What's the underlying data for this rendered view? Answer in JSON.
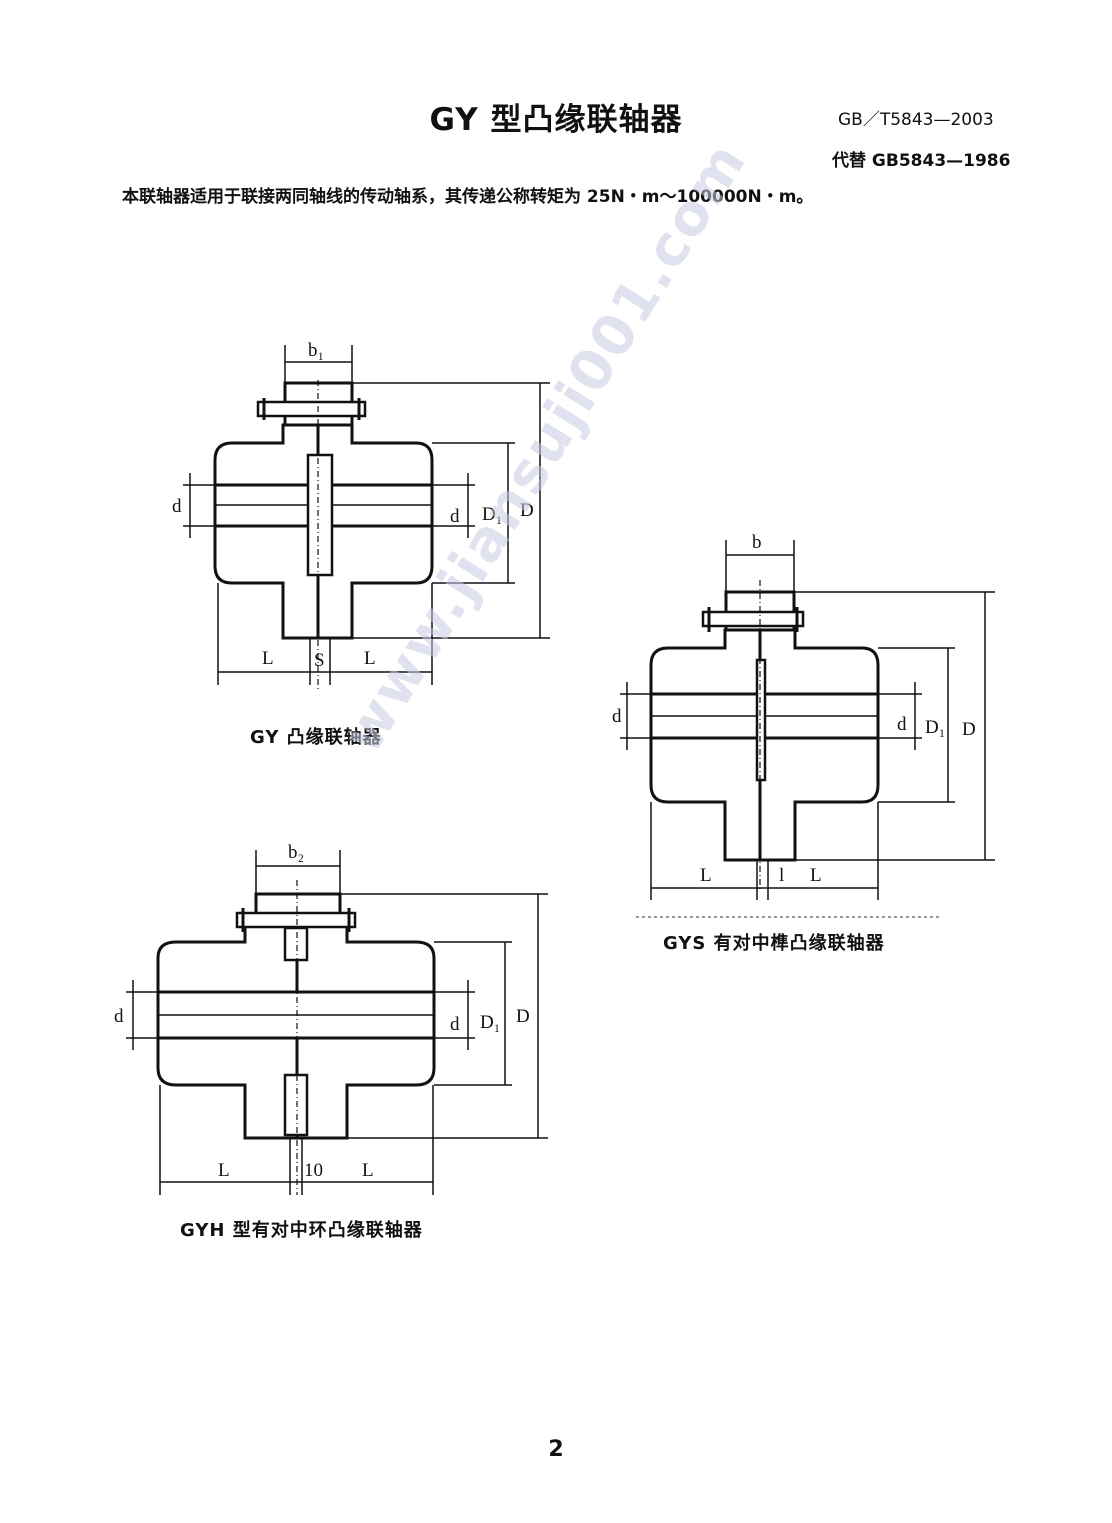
{
  "header": {
    "title": "GY 型凸缘联轴器",
    "standard": "GB／T5843—2003",
    "replaces": "代替 GB5843—1986",
    "intro": "本联轴器适用于联接两同轴线的传动轴系，其传递公称转矩为 25N・m～100000N・m。"
  },
  "figures": {
    "gy": {
      "caption": "GY 凸缘联轴器",
      "labels": {
        "b": "b₁",
        "d_left": "d",
        "d_right": "d",
        "D1": "D₁",
        "D": "D",
        "L_left": "L",
        "S": "S",
        "L_right": "L"
      }
    },
    "gys": {
      "caption": "GYS 有对中榫凸缘联轴器",
      "labels": {
        "b": "b",
        "d_left": "d",
        "d_right": "d",
        "D1": "D₁",
        "D": "D",
        "L_left": "L",
        "mid": "l",
        "L_right": "L"
      }
    },
    "gyh": {
      "caption": "GYH 型有对中环凸缘联轴器",
      "labels": {
        "b": "b₂",
        "d_left": "d",
        "d_right": "d",
        "D1": "D₁",
        "D": "D",
        "L_left": "L",
        "mid": "10",
        "L_right": "L"
      }
    }
  },
  "watermark": "www.jiansuji001.com",
  "page_number": "2"
}
